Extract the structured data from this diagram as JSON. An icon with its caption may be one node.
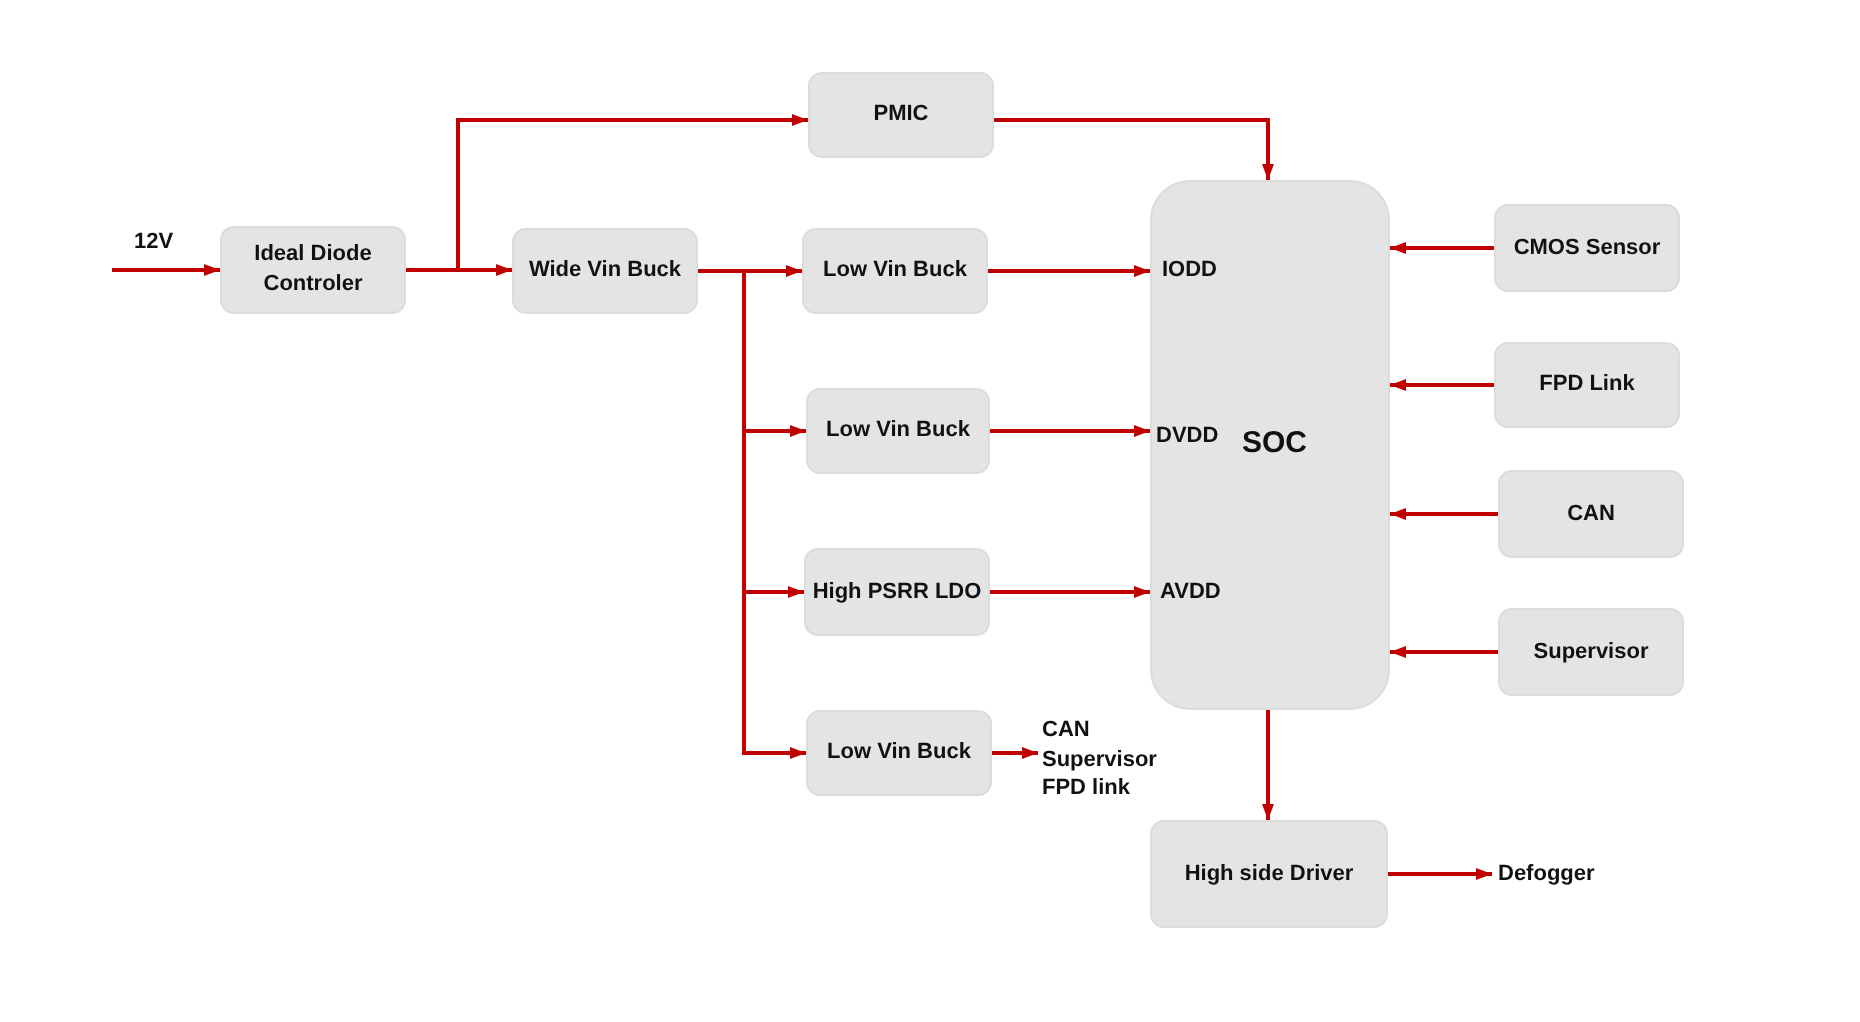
{
  "diagram": {
    "nodes": [
      {
        "text": [
          "Ideal Diode Controler"
        ]
      },
      {
        "text": [
          "PMIC"
        ]
      },
      {
        "text": [
          "Wide Vin Buck"
        ]
      },
      {
        "text": [
          "Low Vin Buck"
        ]
      },
      {
        "text": [
          "Low Vin Buck"
        ]
      },
      {
        "text": [
          "High PSRR LDO"
        ]
      },
      {
        "text": [
          "Low Vin Buck"
        ]
      },
      {
        "text": [
          "CAN Supervisor FPD link"
        ]
      },
      {
        "text": [
          "SOC",
          "IODD",
          "DVDD",
          "AVDD"
        ]
      },
      {
        "text": [
          "CMOS Sensor"
        ]
      },
      {
        "text": [
          "FPD Link"
        ]
      },
      {
        "text": [
          "CAN"
        ]
      },
      {
        "text": [
          "Supervisor"
        ]
      },
      {
        "text": [
          "High side Driver"
        ]
      },
      {
        "text": [
          "Defogger"
        ]
      }
    ],
    "edges": [
      {
        "from": null,
        "to": 0,
        "arrow": "to",
        "label": "12V"
      },
      {
        "from": 0,
        "to": 2,
        "arrow": "to"
      },
      {
        "from": 0,
        "to": 1,
        "arrow": "to"
      },
      {
        "from": 1,
        "to": 8,
        "arrow": "to"
      },
      {
        "from": 2,
        "to": 3,
        "arrow": "to"
      },
      {
        "from": 2,
        "to": 4,
        "arrow": "to"
      },
      {
        "from": 2,
        "to": 5,
        "arrow": "to"
      },
      {
        "from": 2,
        "to": 6,
        "arrow": "to"
      },
      {
        "from": 3,
        "to": 8,
        "arrow": "to"
      },
      {
        "from": 4,
        "to": 8,
        "arrow": "to"
      },
      {
        "from": 5,
        "to": 8,
        "arrow": "to"
      },
      {
        "from": 6,
        "to": 7,
        "arrow": "to"
      },
      {
        "from": 9,
        "to": 8,
        "arrow": "to"
      },
      {
        "from": 10,
        "to": 8,
        "arrow": "to"
      },
      {
        "from": 11,
        "to": 8,
        "arrow": "to"
      },
      {
        "from": 12,
        "to": 8,
        "arrow": "to"
      },
      {
        "from": 8,
        "to": 13,
        "arrow": "to"
      },
      {
        "from": 13,
        "to": 14,
        "arrow": "to"
      }
    ]
  }
}
